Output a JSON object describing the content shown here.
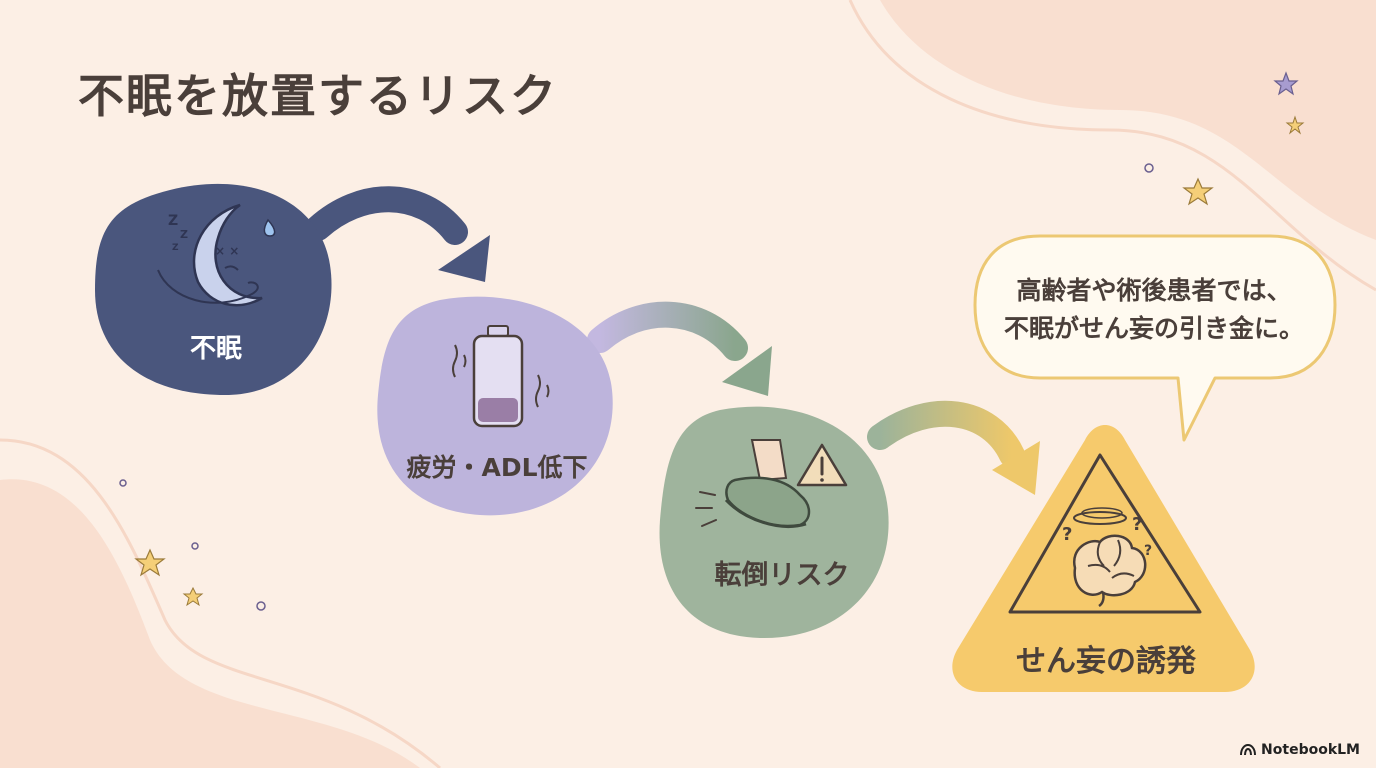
{
  "title": "不眠を放置するリスク",
  "steps": [
    {
      "label": "不眠",
      "icon": "sleepy-moon-icon"
    },
    {
      "label": "疲労・ADL低下",
      "icon": "low-battery-icon"
    },
    {
      "label": "転倒リスク",
      "icon": "sneaker-warning-icon"
    },
    {
      "label": "せん妄の誘発",
      "icon": "confused-brain-warning-icon"
    }
  ],
  "callout": {
    "lines": [
      "高齢者や術後患者では、",
      "不眠がせん妄の引き金に。"
    ]
  },
  "branding": "NotebookLM",
  "colors": {
    "background": "#fcefe5",
    "insomnia": "#4a567d",
    "fatigue": "#bdb4dc",
    "fall": "#9fb49d",
    "delirium": "#f6ca6c",
    "text": "#4a3f3a"
  }
}
